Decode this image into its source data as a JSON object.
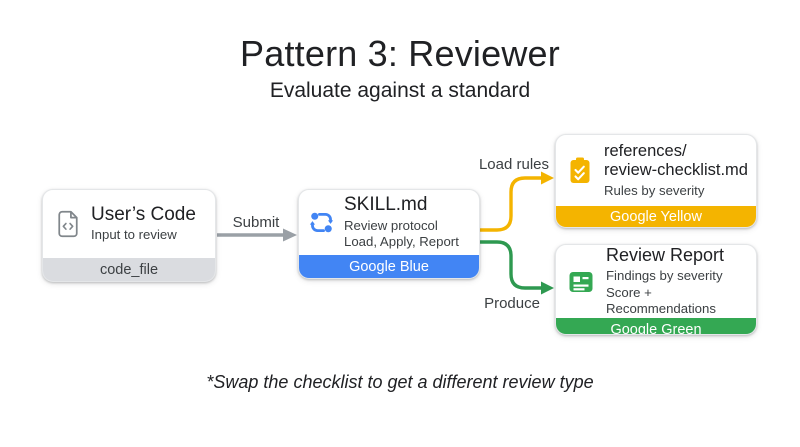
{
  "header": {
    "title": "Pattern 3: Reviewer",
    "subtitle": "Evaluate against a standard"
  },
  "nodes": {
    "users_code": {
      "title": "User’s Code",
      "subtitle": "Input to review",
      "footer": "code_file",
      "icon": "code-file-icon"
    },
    "skill": {
      "title": "SKILL.md",
      "line1": "Review protocol",
      "line2": "Load, Apply, Report",
      "footer": "Google Blue",
      "icon": "iterate-cycle-icon"
    },
    "checklist": {
      "title_line1": "references/",
      "title_line2": "review-checklist.md",
      "subtitle": "Rules by severity",
      "footer": "Google Yellow",
      "icon": "checklist-clipboard-icon"
    },
    "report": {
      "title": "Review Report",
      "line1": "Findings by severity",
      "line2": "Score + Recommendations",
      "footer": "Google Green",
      "icon": "report-document-icon"
    }
  },
  "edges": {
    "submit": "Submit",
    "load_rules": "Load rules",
    "produce": "Produce"
  },
  "footnote": "*Swap the checklist to get a different review type",
  "colors": {
    "google_blue": "#4285F4",
    "google_yellow": "#F4B400",
    "google_green": "#34A853",
    "footer_gray": "#DADCE0",
    "arrow_gray": "#9AA0A6",
    "text_dark": "#202124",
    "text_body": "#3C4043"
  }
}
